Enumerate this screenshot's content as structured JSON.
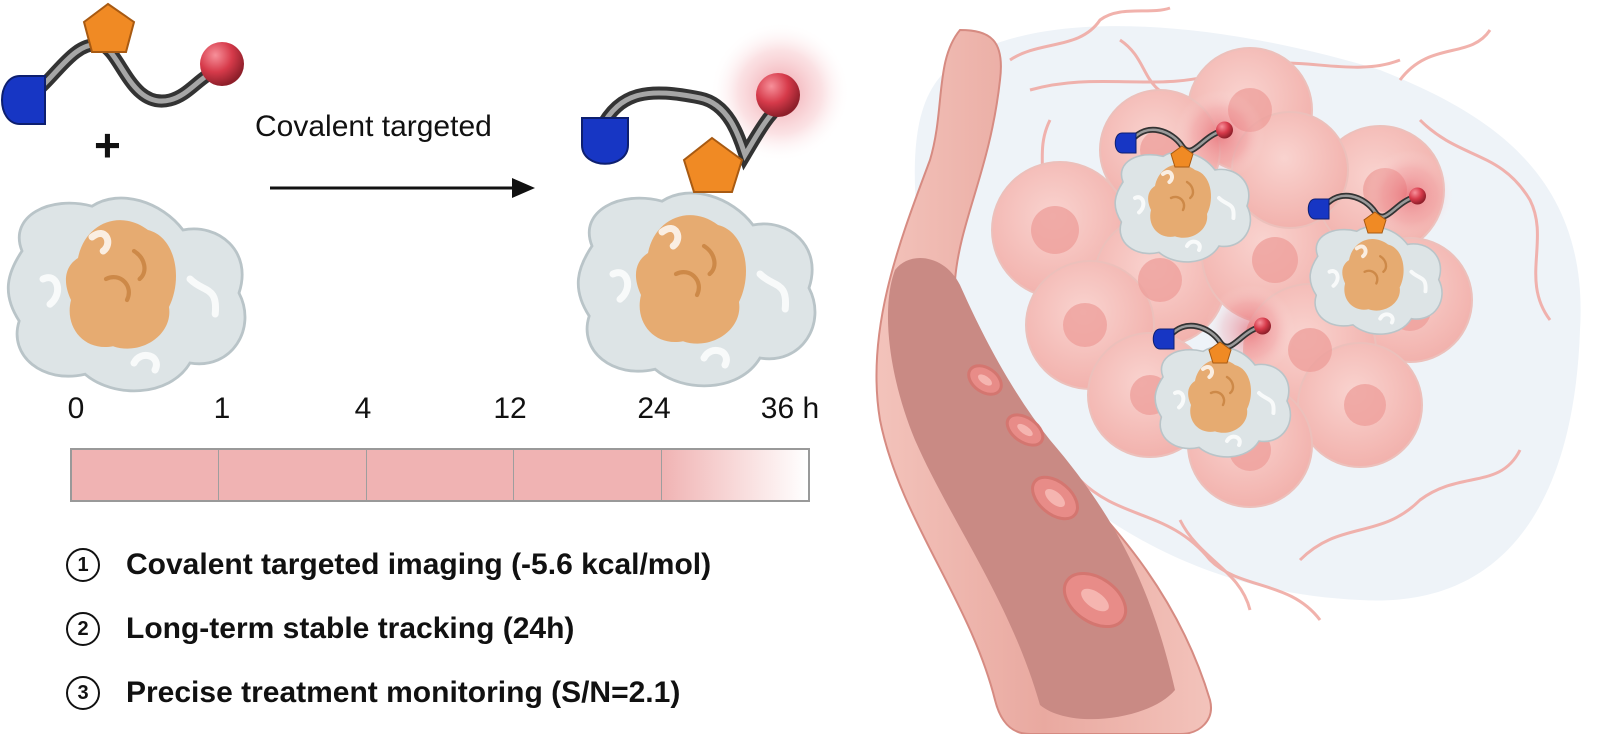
{
  "arrow_label": "Covalent targeted",
  "plus_sign": "+",
  "timeline": {
    "ticks": [
      "0",
      "1",
      "4",
      "12",
      "24",
      "36 h"
    ],
    "colors": {
      "signal": "#f0b3b3",
      "fade_end": "#ffffff"
    }
  },
  "features": [
    {
      "number": "1",
      "text": "Covalent targeted imaging (-5.6 kcal/mol)"
    },
    {
      "number": "2",
      "text": "Long-term stable tracking (24h)"
    },
    {
      "number": "3",
      "text": "Precise treatment monitoring (S/N=2.1)"
    }
  ],
  "colors": {
    "probe_head": "#1736c4",
    "probe_ring": "#f08a24",
    "probe_tail": "#d63a4a",
    "protein": "#dde4e6",
    "binding_site": "#e8a15c",
    "vessel": "#e9a9a0",
    "cells": "#f5c1bd"
  }
}
